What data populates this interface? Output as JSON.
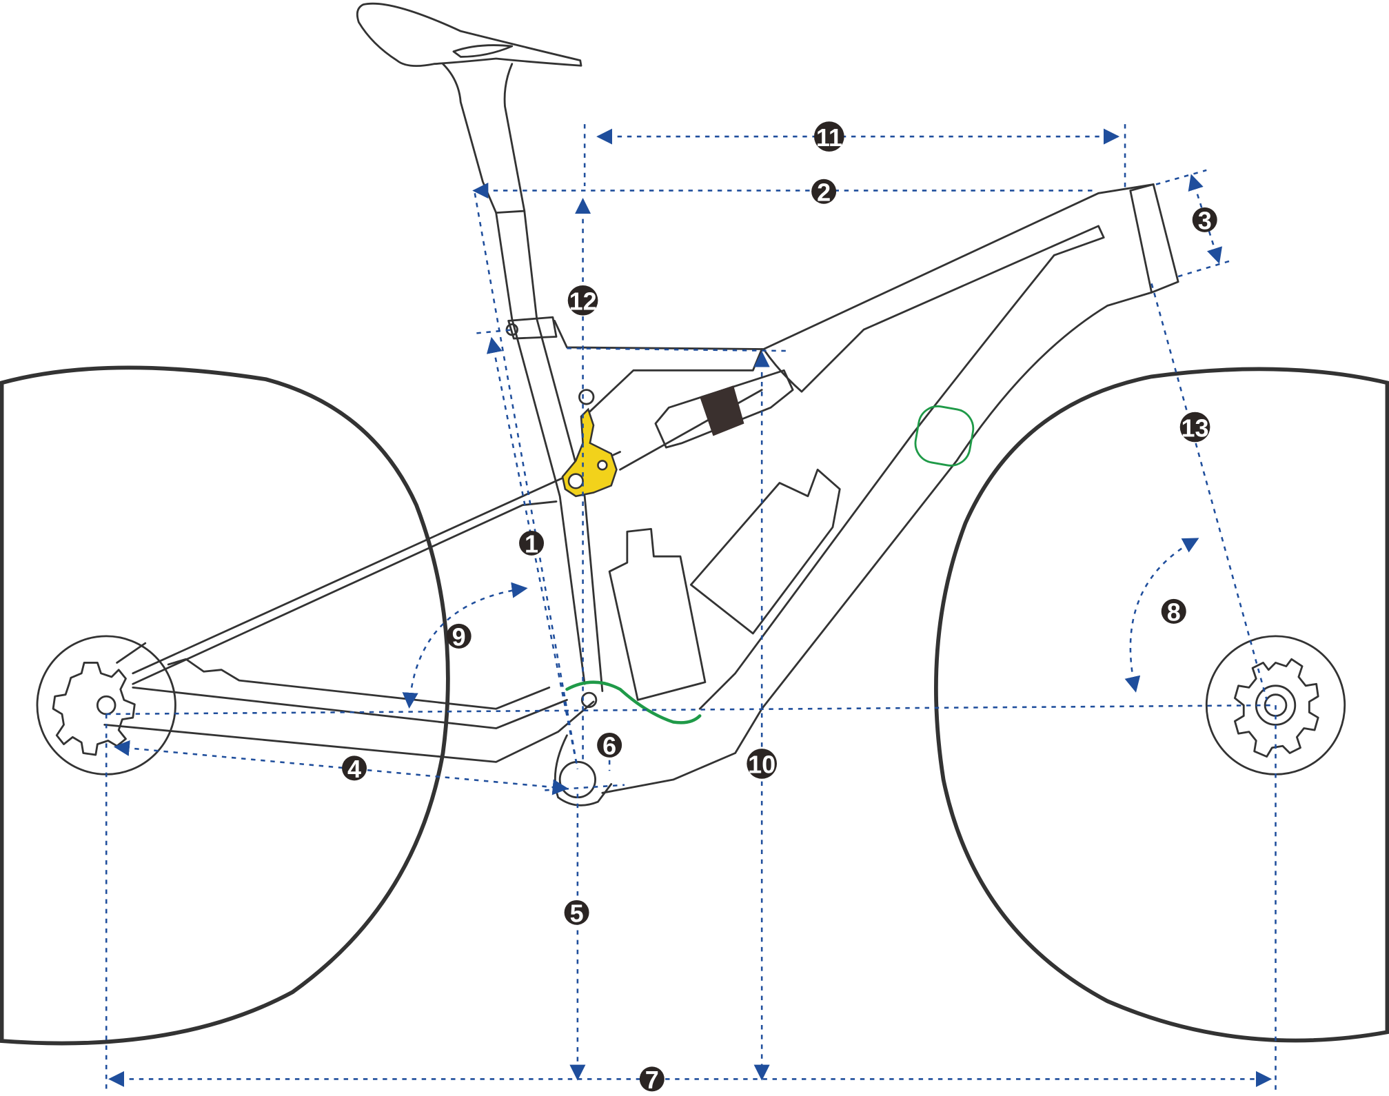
{
  "colors": {
    "frame_line": "#333333",
    "dimension_line": "#1f4e9c",
    "arrowhead": "#1f4e9c",
    "badge_fill": "#2b2523",
    "badge_text": "#ffffff",
    "shock_link": "#f2d21b",
    "cable_guide": "#1f9a48",
    "shock_body": "#3a302e"
  },
  "markers": [
    {
      "id": "1",
      "label": "1"
    },
    {
      "id": "2",
      "label": "2"
    },
    {
      "id": "3",
      "label": "3"
    },
    {
      "id": "4",
      "label": "4"
    },
    {
      "id": "5",
      "label": "5"
    },
    {
      "id": "6",
      "label": "6"
    },
    {
      "id": "7",
      "label": "7"
    },
    {
      "id": "8",
      "label": "8"
    },
    {
      "id": "9",
      "label": "9"
    },
    {
      "id": "10",
      "label": "10"
    },
    {
      "id": "11",
      "label": "11"
    },
    {
      "id": "12",
      "label": "12"
    },
    {
      "id": "13",
      "label": "13"
    }
  ]
}
